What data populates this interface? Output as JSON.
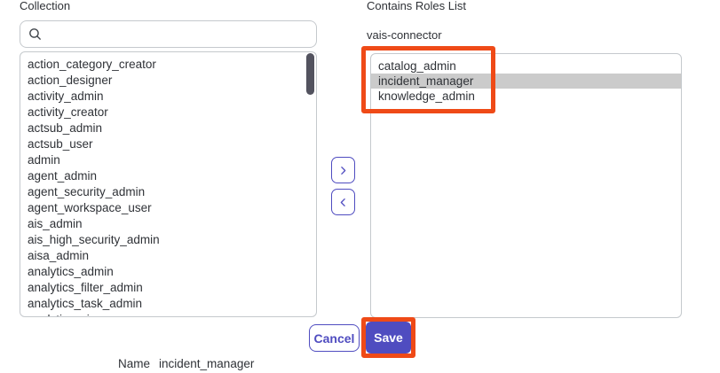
{
  "left_panel": {
    "title": "Collection",
    "search_value": "",
    "search_placeholder": "",
    "items": [
      "action_category_creator",
      "action_designer",
      "activity_admin",
      "activity_creator",
      "actsub_admin",
      "actsub_user",
      "admin",
      "agent_admin",
      "agent_security_admin",
      "agent_workspace_user",
      "ais_admin",
      "ais_high_security_admin",
      "aisa_admin",
      "analytics_admin",
      "analytics_filter_admin",
      "analytics_task_admin",
      "analytics_viewer"
    ]
  },
  "right_panel": {
    "title": "Contains Roles List",
    "subtitle": "vais-connector",
    "items": [
      "catalog_admin",
      "incident_manager",
      "knowledge_admin"
    ],
    "selected_item": "incident_manager"
  },
  "transfer_buttons": {
    "move_right_icon": "chevron-right",
    "move_left_icon": "chevron-left"
  },
  "footer": {
    "cancel_label": "Cancel",
    "save_label": "Save",
    "name_label": "Name",
    "name_value": "incident_manager"
  },
  "colors": {
    "accent": "#4f4cc0",
    "annotation": "#ef4a17",
    "selected_row": "#cbcbcb",
    "scrollbar_thumb": "#53535f"
  }
}
